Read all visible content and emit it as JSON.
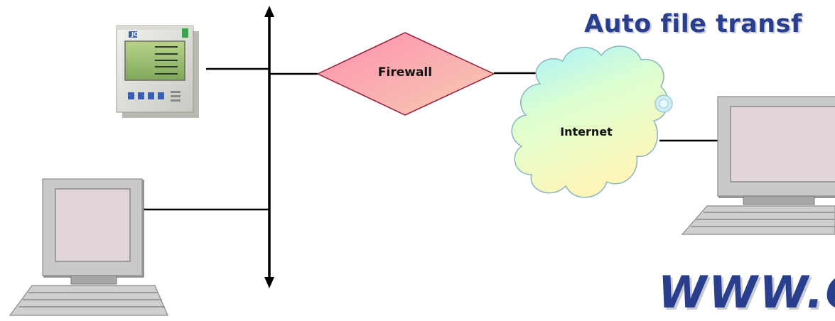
{
  "diagram": {
    "title": "Auto file transf",
    "url_text": "WWW.C",
    "firewall_label": "Firewall",
    "internet_label": "Internet",
    "meter_brand": "JO"
  },
  "colors": {
    "title": "#2a3e8e",
    "firewall_fill_top": "#ffa0b8",
    "firewall_fill_bottom": "#f7c6b4",
    "line": "#000000"
  },
  "icons": {
    "meter": "power-meter-icon",
    "pc": "desktop-computer-icon",
    "cloud": "internet-cloud-icon",
    "firewall": "firewall-diamond-icon"
  }
}
